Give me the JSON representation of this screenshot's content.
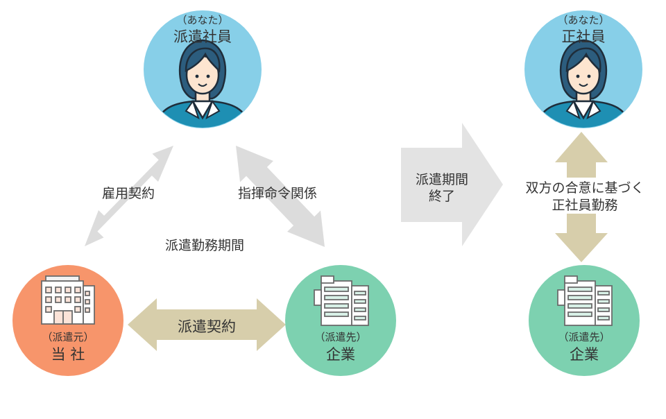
{
  "left_diagram": {
    "worker": {
      "pronoun": "（あなた）",
      "role": "派遣社員",
      "circle_color": "#87cfe8"
    },
    "agency": {
      "tag": "（派遣元）",
      "name": "当 社",
      "circle_color": "#f7956b"
    },
    "client": {
      "tag": "（派遣先）",
      "name": "企業",
      "circle_color": "#7dd1b0"
    },
    "employment_label": "雇用契約",
    "command_label": "指揮命令関係",
    "period_label": "派遣勤務期間",
    "contract_label": "派遣契約"
  },
  "transition": {
    "line1": "派遣期間",
    "line2": "終了"
  },
  "right_diagram": {
    "worker": {
      "pronoun": "（あなた）",
      "role": "正社員"
    },
    "client": {
      "tag": "（派遣先）",
      "name": "企業"
    },
    "agreement_line1": "双方の合意に基づく",
    "agreement_line2": "正社員勤務"
  },
  "colors": {
    "gray_arrow": "#dcdcdc",
    "tan_arrow": "#d7ceab",
    "transition_arrow": "#e3e3e3",
    "building_stroke": "#6b6b6b"
  }
}
